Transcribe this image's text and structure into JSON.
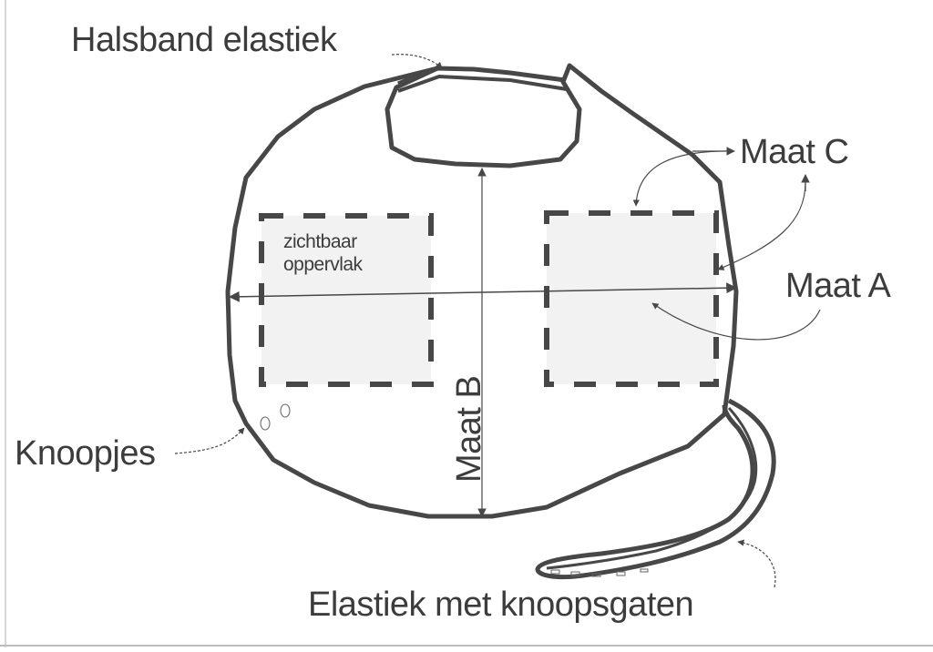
{
  "diagram": {
    "type": "bib-sewing-pattern",
    "colors": {
      "stroke": "#474747",
      "text": "#3c3c3c",
      "panel_fill": "#f2f2f2",
      "background": "#ffffff"
    },
    "labels": {
      "neckband": "Halsband elastiek",
      "maat_c": "Maat C",
      "maat_a": "Maat A",
      "maat_b": "Maat B",
      "buttons": "Knoopjes",
      "elastic_strap": "Elastiek met knoopsgaten",
      "visible_area_line1": "zichtbaar",
      "visible_area_line2": "oppervlak"
    },
    "elements": [
      {
        "id": "bib-outline",
        "desc": "bib body outline"
      },
      {
        "id": "neck-hole",
        "desc": "neck opening with elastic band"
      },
      {
        "id": "panel-left",
        "desc": "dashed visible area, left"
      },
      {
        "id": "panel-right",
        "desc": "dashed visible area, right"
      },
      {
        "id": "dimension-a",
        "desc": "horizontal width arrow"
      },
      {
        "id": "dimension-b",
        "desc": "vertical height arrow"
      },
      {
        "id": "buttons",
        "count": 2
      },
      {
        "id": "elastic-strap",
        "desc": "strap with buttonholes",
        "buttonholes": 5
      }
    ]
  }
}
